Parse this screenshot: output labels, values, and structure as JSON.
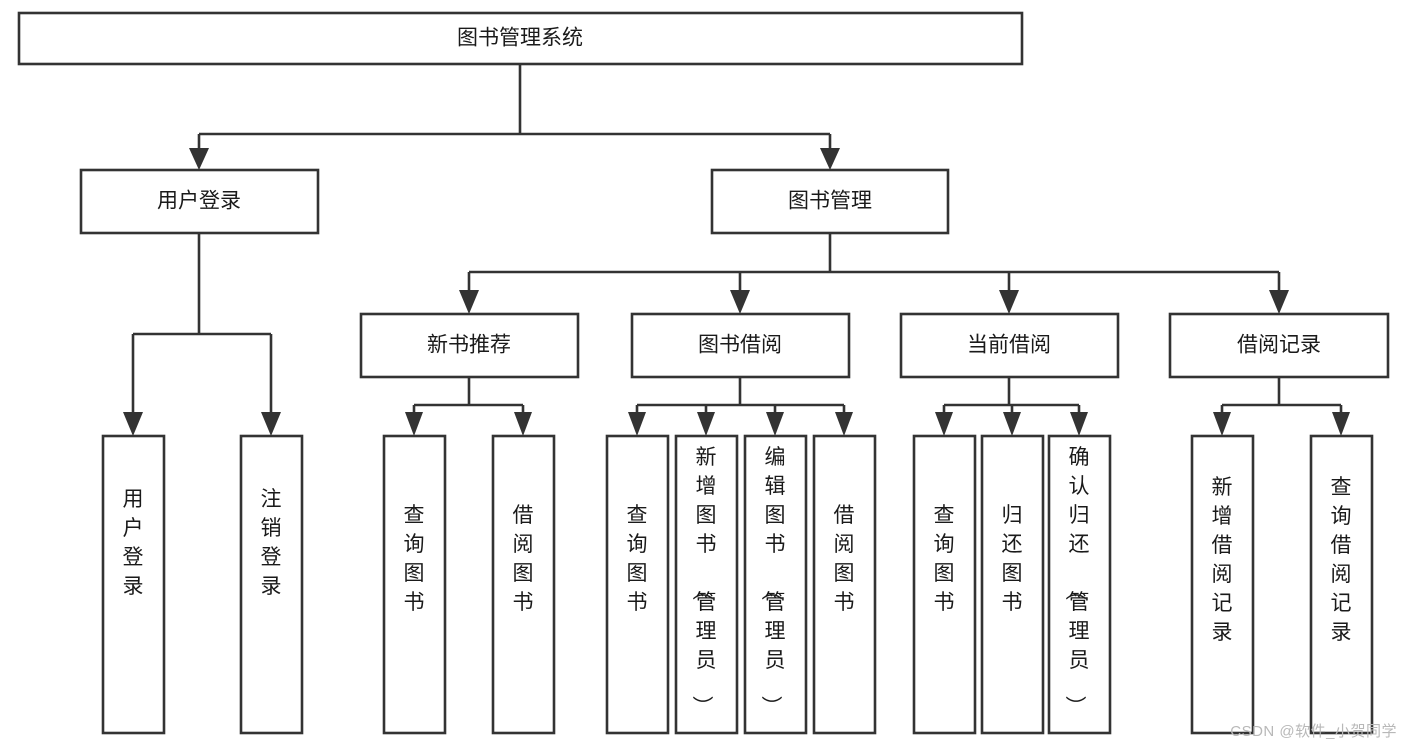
{
  "diagram": {
    "title": "图书管理系统",
    "type": "tree",
    "watermark": "CSDN @软件_小贺同学",
    "colors": {
      "box_fill": "#ffffff",
      "box_stroke": "#333333",
      "text": "#1a1a1a",
      "background": "#ffffff",
      "watermark": "#b8b8b8"
    },
    "nodes": {
      "root": {
        "label": "图书管理系统",
        "orientation": "horizontal"
      },
      "level2": [
        {
          "id": "user-login",
          "label": "用户登录",
          "orientation": "horizontal"
        },
        {
          "id": "book-management",
          "label": "图书管理",
          "orientation": "horizontal"
        }
      ],
      "level3": [
        {
          "id": "new-book-recommend",
          "label": "新书推荐",
          "orientation": "horizontal"
        },
        {
          "id": "book-borrow",
          "label": "图书借阅",
          "orientation": "horizontal"
        },
        {
          "id": "current-borrow",
          "label": "当前借阅",
          "orientation": "horizontal"
        },
        {
          "id": "borrow-record",
          "label": "借阅记录",
          "orientation": "horizontal"
        }
      ],
      "leaves": {
        "user-login": [
          {
            "id": "leaf-user-login",
            "label": "用户登录",
            "orientation": "vertical"
          },
          {
            "id": "leaf-logout-login",
            "label": "注销登录",
            "orientation": "vertical"
          }
        ],
        "new-book-recommend": [
          {
            "id": "leaf-query-book-1",
            "label": "查询图书",
            "orientation": "vertical"
          },
          {
            "id": "leaf-borrow-book-1",
            "label": "借阅图书",
            "orientation": "vertical"
          }
        ],
        "book-borrow": [
          {
            "id": "leaf-query-book-2",
            "label": "查询图书",
            "orientation": "vertical"
          },
          {
            "id": "leaf-add-book-admin",
            "label": "新增图书（管理员）",
            "orientation": "vertical"
          },
          {
            "id": "leaf-edit-book-admin",
            "label": "编辑图书（管理员）",
            "orientation": "vertical"
          },
          {
            "id": "leaf-borrow-book-2",
            "label": "借阅图书",
            "orientation": "vertical"
          }
        ],
        "current-borrow": [
          {
            "id": "leaf-query-book-3",
            "label": "查询图书",
            "orientation": "vertical"
          },
          {
            "id": "leaf-return-book",
            "label": "归还图书",
            "orientation": "vertical"
          },
          {
            "id": "leaf-confirm-return-admin",
            "label": "确认归还（管理员）",
            "orientation": "vertical"
          }
        ],
        "borrow-record": [
          {
            "id": "leaf-add-borrow-record",
            "label": "新增借阅记录",
            "orientation": "vertical"
          },
          {
            "id": "leaf-query-borrow-record",
            "label": "查询借阅记录",
            "orientation": "vertical"
          }
        ]
      }
    }
  }
}
